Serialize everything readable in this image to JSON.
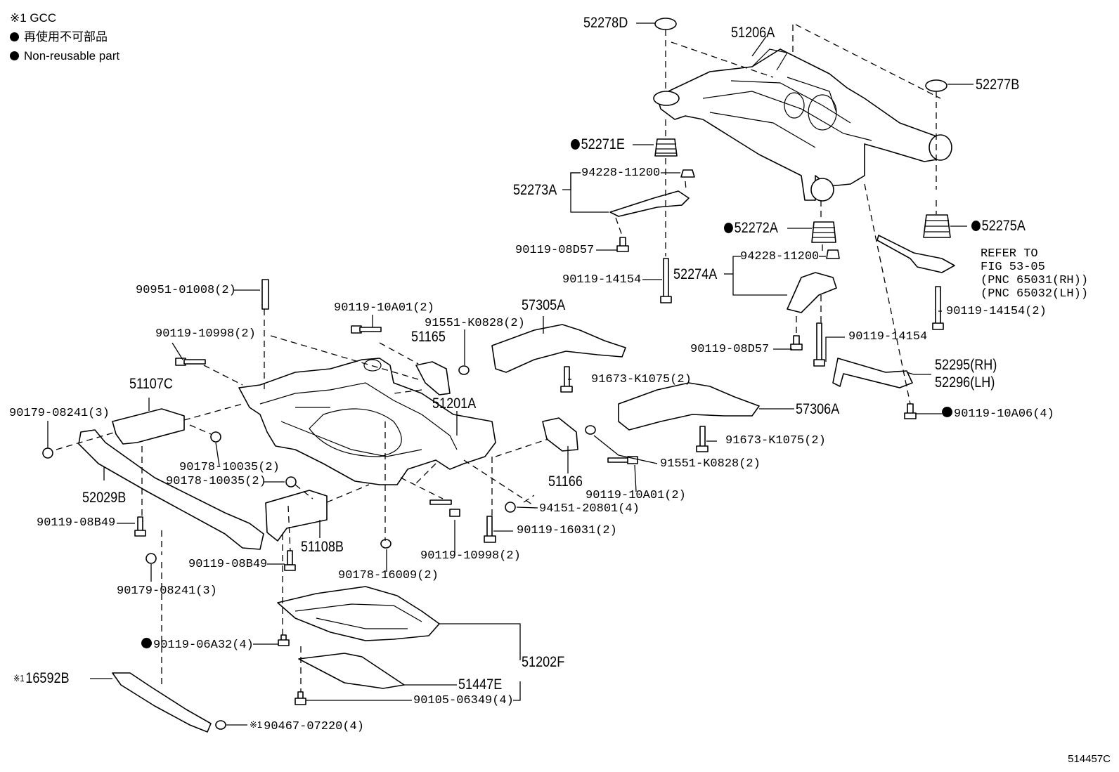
{
  "legend": {
    "gcc_note": "※1 GCC",
    "non_reusable_jp": "再使用不可部品",
    "non_reusable_en": "Non-reusable part"
  },
  "figure_id": "514457C",
  "refer": {
    "line1": "REFER TO",
    "line2": "FIG 53-05",
    "line3": "(PNC 65031(RH))",
    "line4": "(PNC 65032(LH))"
  },
  "parts": {
    "p52278D": "52278D",
    "p51206A": "51206A",
    "p52277B": "52277B",
    "p52271E": "52271E",
    "p94228_a": "94228-11200",
    "p52273A": "52273A",
    "p52272A": "52272A",
    "p52275A": "52275A",
    "p90119_08D57_a": "90119-08D57",
    "p94228_b": "94228-11200",
    "p52274A": "52274A",
    "p90119_14154_a": "90119-14154",
    "p90951": "90951-01008(2)",
    "p90119_10A01_a": "90119-10A01(2)",
    "p57305A": "57305A",
    "p90119_14154_2": "90119-14154(2)",
    "p91551_a": "91551-K0828(2)",
    "p90119_10998_a": "90119-10998(2)",
    "p51165": "51165",
    "p90119_08D57_b": "90119-08D57",
    "p90119_14154_b": "90119-14154",
    "p52295": "52295(RH)",
    "p52296": "52296(LH)",
    "p51107C": "51107C",
    "p91673_a": "91673-K1075(2)",
    "p51201A": "51201A",
    "p57306A": "57306A",
    "p90179_a": "90179-08241(3)",
    "p90119_10A06": "90119-10A06(4)",
    "p91673_b": "91673-K1075(2)",
    "p91551_b": "91551-K0828(2)",
    "p90178_a": "90178-10035(2)",
    "p51166": "51166",
    "p90178_b": "90178-10035(2)",
    "p90119_10A01_b": "90119-10A01(2)",
    "p52029B": "52029B",
    "p94151": "94151-20801(4)",
    "p90119_08B49_a": "90119-08B49",
    "p90119_16031": "90119-16031(2)",
    "p51108B": "51108B",
    "p90119_10998_b": "90119-10998(2)",
    "p90119_08B49_b": "90119-08B49",
    "p90178_16009": "90178-16009(2)",
    "p90179_b": "90179-08241(3)",
    "p90119_06A32": "90119-06A32(4)",
    "p51202F": "51202F",
    "p16592B": "16592B",
    "p51447E": "51447E",
    "p90105": "90105-06349(4)",
    "p90467": "90467-07220(4)"
  },
  "gcc_mark": "※1"
}
